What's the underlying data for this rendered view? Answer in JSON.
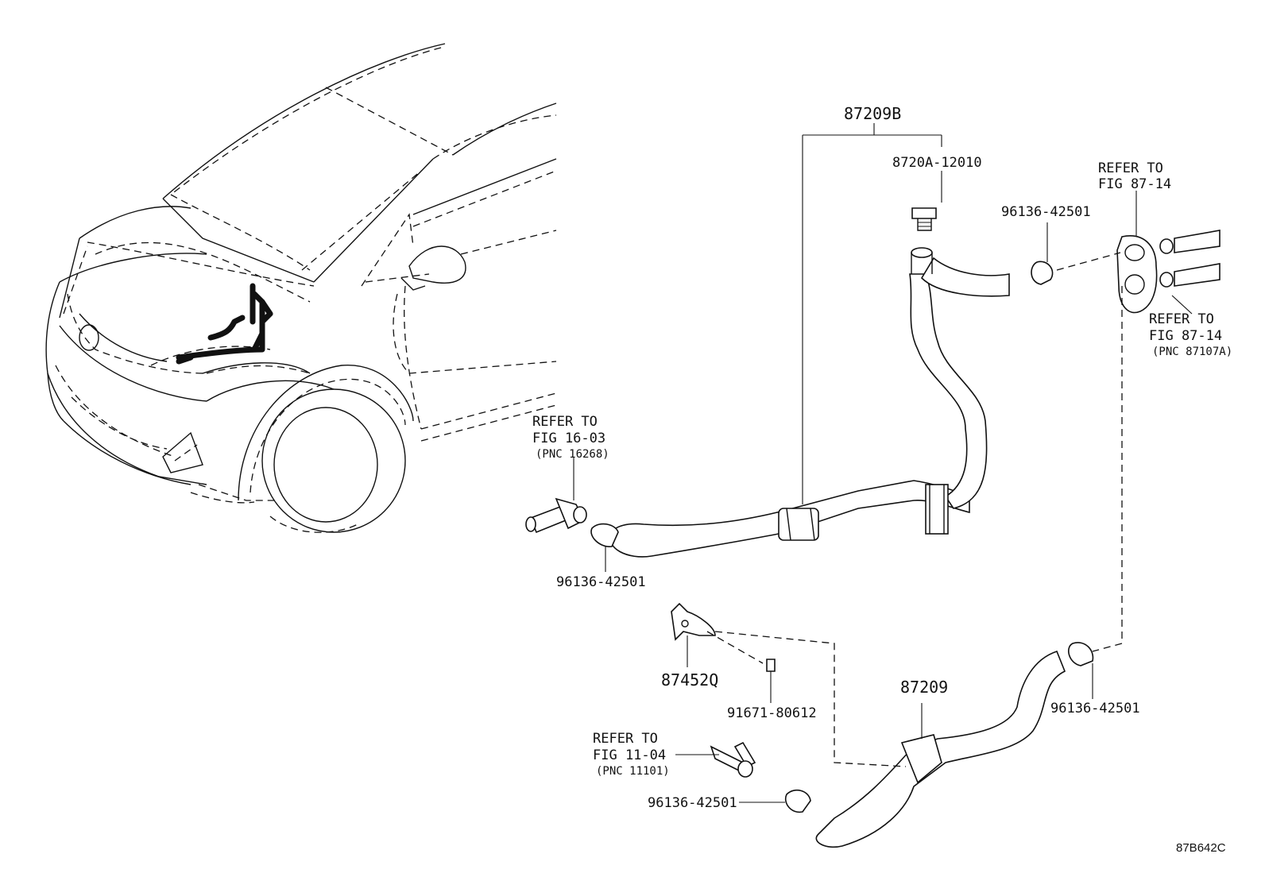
{
  "figure_id": "87B642C",
  "parts": {
    "hose_assy_upper": "87209B",
    "plug": "8720A-12010",
    "clamp_upper_right": "96136-42501",
    "clamp_left": "96136-42501",
    "clamp_right": "96136-42501",
    "clamp_bottom": "96136-42501",
    "bracket": "87452Q",
    "bolt": "91671-80612",
    "hose_lower": "87209"
  },
  "references": {
    "fig_87_14_top": {
      "line1": "REFER TO",
      "line2": "FIG 87-14"
    },
    "fig_87_14_right": {
      "line1": "REFER TO",
      "line2": "FIG 87-14",
      "pnc": "(PNC 87107A)"
    },
    "fig_16_03": {
      "line1": "REFER TO",
      "line2": "FIG 16-03",
      "pnc": "(PNC 16268)"
    },
    "fig_11_04": {
      "line1": "REFER TO",
      "line2": "FIG 11-04",
      "pnc": "(PNC 11101)"
    }
  }
}
